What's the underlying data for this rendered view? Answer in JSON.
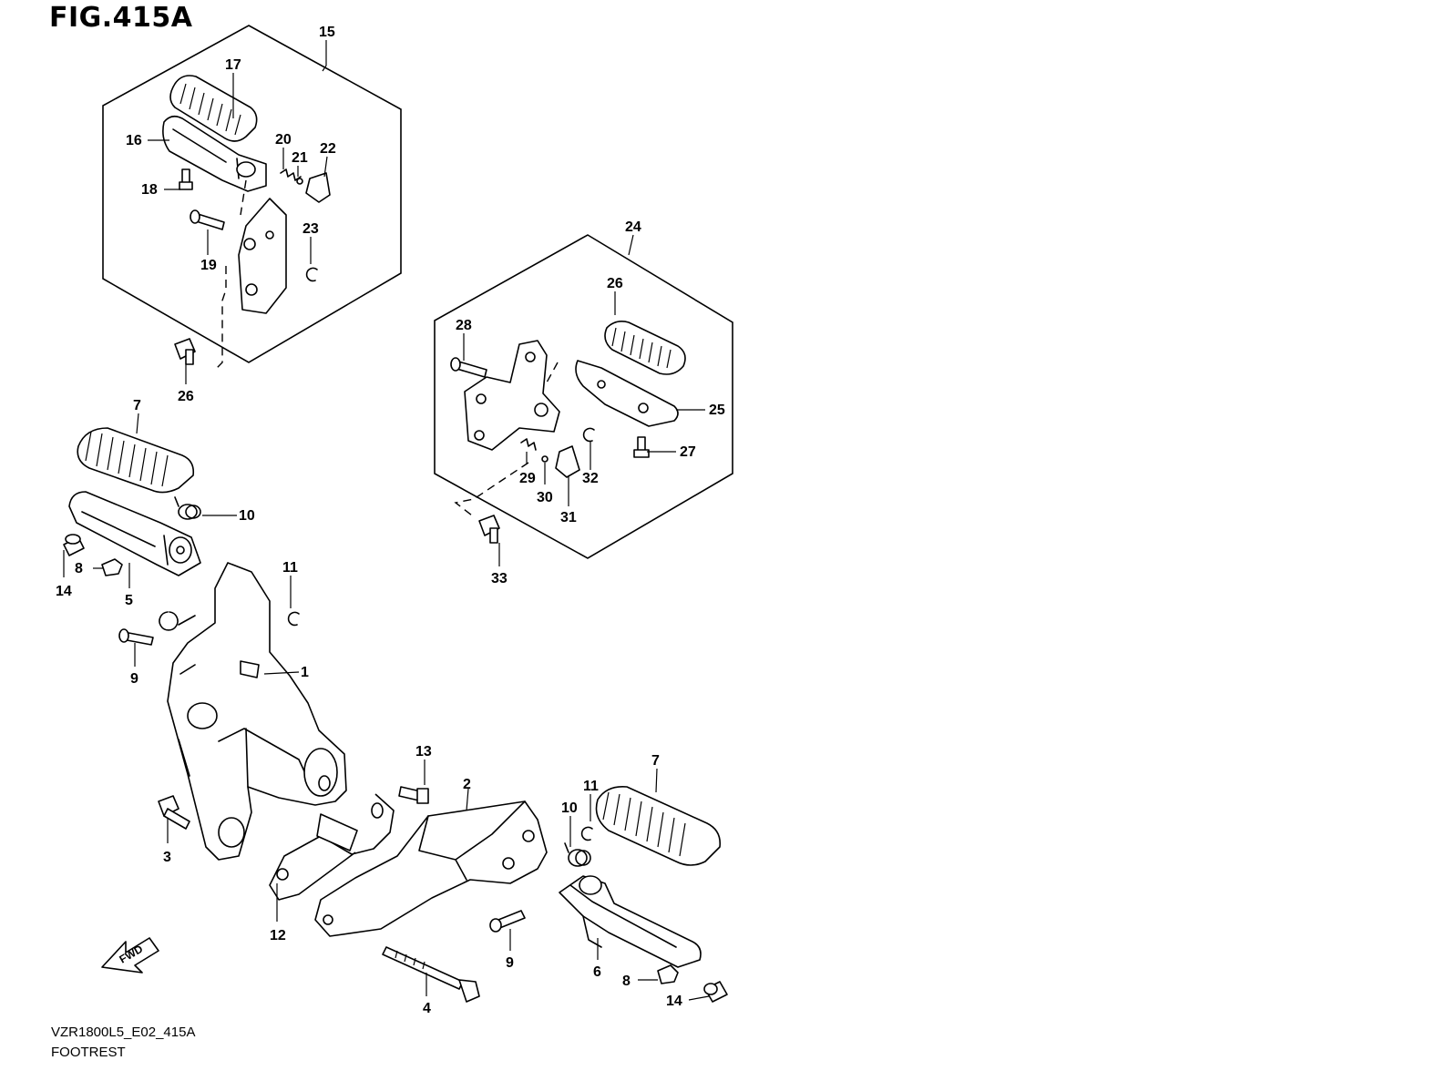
{
  "figure": {
    "title": "FIG.415A",
    "drawing_code": "VZR1800L5_E02_415A",
    "name": "FOOTREST",
    "direction_badge": "FWD"
  },
  "callouts": [
    {
      "id": "15",
      "label": "15"
    },
    {
      "id": "17",
      "label": "17"
    },
    {
      "id": "16",
      "label": "16"
    },
    {
      "id": "20",
      "label": "20"
    },
    {
      "id": "21",
      "label": "21"
    },
    {
      "id": "22",
      "label": "22"
    },
    {
      "id": "18",
      "label": "18"
    },
    {
      "id": "23",
      "label": "23"
    },
    {
      "id": "19",
      "label": "19"
    },
    {
      "id": "26a",
      "label": "26"
    },
    {
      "id": "24",
      "label": "24"
    },
    {
      "id": "26b",
      "label": "26"
    },
    {
      "id": "28",
      "label": "28"
    },
    {
      "id": "25",
      "label": "25"
    },
    {
      "id": "27",
      "label": "27"
    },
    {
      "id": "29",
      "label": "29"
    },
    {
      "id": "32",
      "label": "32"
    },
    {
      "id": "30",
      "label": "30"
    },
    {
      "id": "31",
      "label": "31"
    },
    {
      "id": "33",
      "label": "33"
    },
    {
      "id": "7a",
      "label": "7"
    },
    {
      "id": "10a",
      "label": "10"
    },
    {
      "id": "8a",
      "label": "8"
    },
    {
      "id": "14a",
      "label": "14"
    },
    {
      "id": "5",
      "label": "5"
    },
    {
      "id": "11a",
      "label": "11"
    },
    {
      "id": "9a",
      "label": "9"
    },
    {
      "id": "1",
      "label": "1"
    },
    {
      "id": "13",
      "label": "13"
    },
    {
      "id": "2",
      "label": "2"
    },
    {
      "id": "3",
      "label": "3"
    },
    {
      "id": "7b",
      "label": "7"
    },
    {
      "id": "11b",
      "label": "11"
    },
    {
      "id": "10b",
      "label": "10"
    },
    {
      "id": "12",
      "label": "12"
    },
    {
      "id": "9b",
      "label": "9"
    },
    {
      "id": "6",
      "label": "6"
    },
    {
      "id": "8b",
      "label": "8"
    },
    {
      "id": "14b",
      "label": "14"
    },
    {
      "id": "4",
      "label": "4"
    }
  ]
}
